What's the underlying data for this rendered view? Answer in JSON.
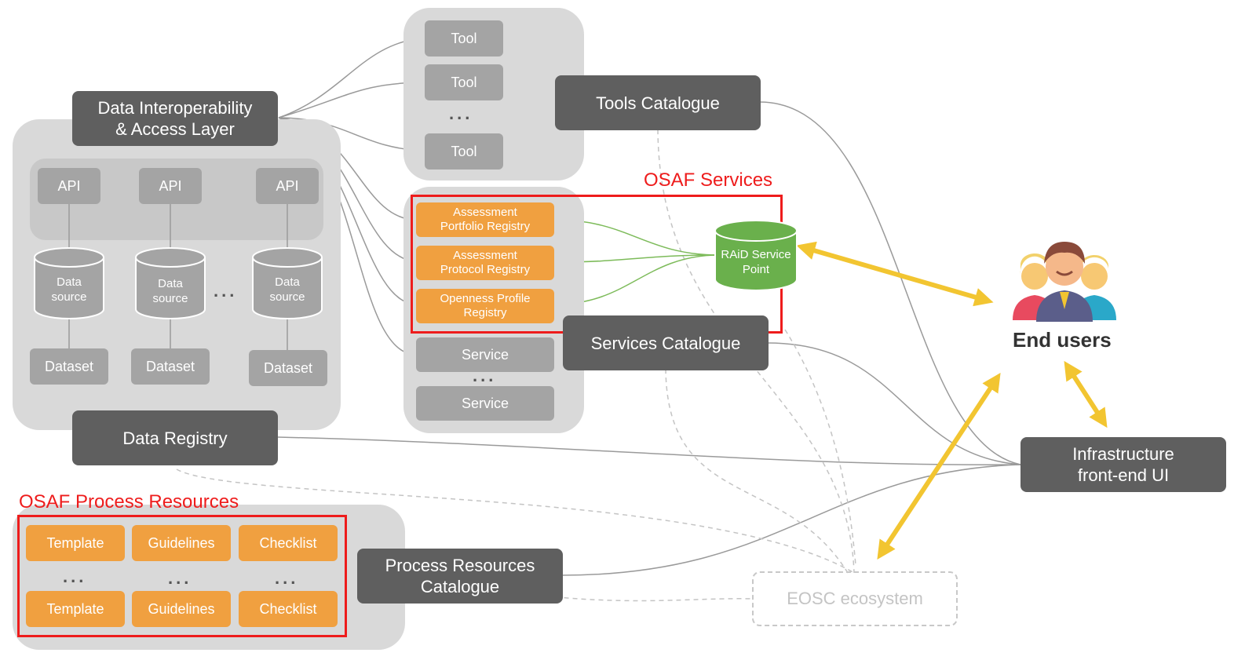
{
  "titles": {
    "osaf_services": "OSAF Services",
    "osaf_process_resources": "OSAF Process Resources"
  },
  "catalogues": {
    "data_layer": "Data Interoperability\n& Access Layer",
    "tools": "Tools Catalogue",
    "services": "Services Catalogue",
    "data_registry": "Data Registry",
    "process_resources": "Process Resources\nCatalogue",
    "infrastructure": "Infrastructure\nfront-end UI"
  },
  "apis": [
    "API",
    "API",
    "API"
  ],
  "data_sources": [
    "Data\nsource",
    "Data\nsource",
    "Data\nsource"
  ],
  "datasets": [
    "Dataset",
    "Dataset",
    "Dataset"
  ],
  "tools": [
    "Tool",
    "Tool",
    "Tool"
  ],
  "osaf_services": [
    "Assessment\nPortfolio Registry",
    "Assessment\nProtocol Registry",
    "Openness Profile\nRegistry"
  ],
  "services": [
    "Service",
    "Service"
  ],
  "raid": "RAiD Service\nPoint",
  "process_items": [
    "Template",
    "Guidelines",
    "Checklist",
    "Template",
    "Guidelines",
    "Checklist"
  ],
  "ellipsis": "...",
  "end_users": "End users",
  "eosc": "EOSC ecosystem",
  "colors": {
    "dark_box": "#5f5f5f",
    "gray_box": "#a4a4a4",
    "orange": "#f0a040",
    "green": "#6ab04c",
    "red_frame": "#ee1c1c",
    "arrow_yellow": "#f2c531"
  }
}
